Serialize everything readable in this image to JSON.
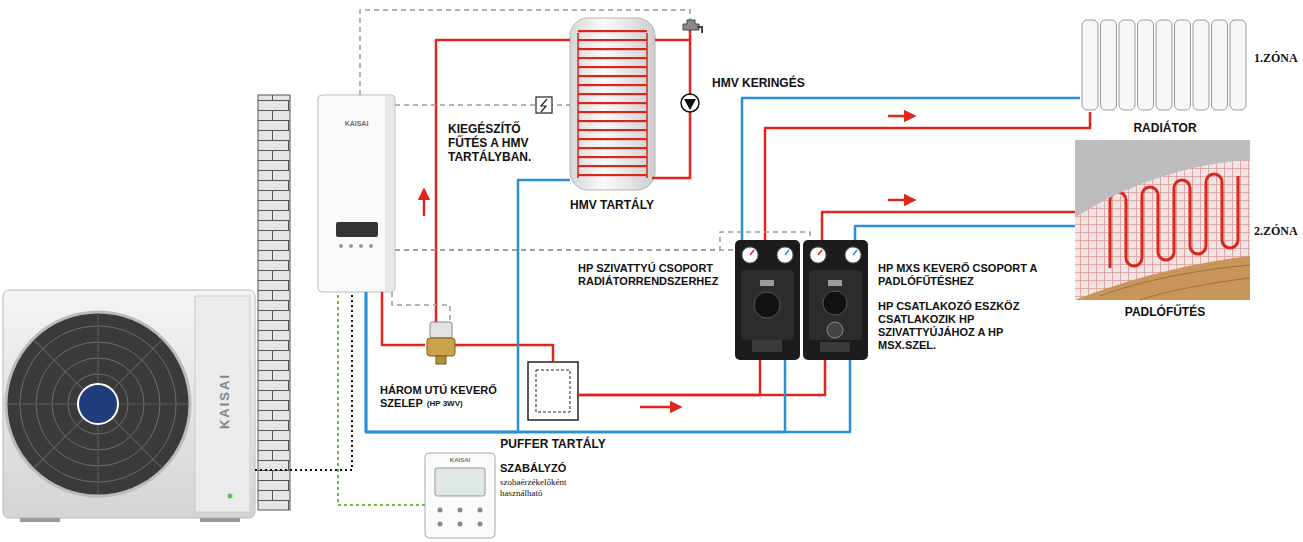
{
  "diagram": {
    "nodes": [
      {
        "text": [
          "KAISAI"
        ]
      },
      {
        "text": [
          "KAISAI"
        ]
      },
      {
        "text": [
          "HMV TARTÁLY"
        ]
      },
      {
        "text": [
          "RADIÁTOR",
          "1.ZÓNA"
        ]
      },
      {
        "text": [
          "PADLÓFŰTÉS",
          "2.ZÓNA"
        ]
      },
      {
        "text": [
          "HP SZIVATTYÚ CSOPORT RADIÁTORRENDSZERHEZ"
        ]
      },
      {
        "text": [
          "HP MXS KEVERŐ CSOPORT A PADLÓFŰTÉSHEZ"
        ]
      },
      {
        "text": [
          "HÁROM UTÚ KEVERŐ SZELEP",
          "(HP 3WV)"
        ]
      },
      {
        "text": [
          "PUFFER TARTÁLY"
        ]
      },
      {
        "text": [
          "KAISAI",
          "SZABÁLYZÓ",
          "szobaérzékelőként használható"
        ]
      }
    ],
    "edges": [
      {
        "from": 0,
        "to": 1,
        "arrow": "none"
      },
      {
        "from": 9,
        "to": 1,
        "arrow": "none"
      },
      {
        "from": 1,
        "to": 7,
        "arrow": "none"
      },
      {
        "from": 7,
        "to": 2,
        "arrow": "none"
      },
      {
        "from": 7,
        "to": 8,
        "arrow": "none"
      },
      {
        "from": 8,
        "to": 5,
        "arrow": "none"
      },
      {
        "from": 8,
        "to": 6,
        "arrow": "none"
      },
      {
        "from": 2,
        "to": 1,
        "arrow": "none"
      },
      {
        "from": 5,
        "to": 1,
        "arrow": "none"
      },
      {
        "from": 6,
        "to": 1,
        "arrow": "none"
      },
      {
        "from": 5,
        "to": 3,
        "arrow": "none"
      },
      {
        "from": 3,
        "to": 5,
        "arrow": "none"
      },
      {
        "from": 6,
        "to": 4,
        "arrow": "none"
      },
      {
        "from": 4,
        "to": 6,
        "arrow": "none"
      },
      {
        "from": 1,
        "to": 2,
        "arrow": "none"
      },
      {
        "from": 1,
        "to": 7,
        "arrow": "none"
      },
      {
        "from": 1,
        "to": 5,
        "arrow": "none"
      },
      {
        "from": 1,
        "to": 6,
        "arrow": "none"
      }
    ],
    "labels": [
      "KIEGÉSZÍTŐ FŰTÉS A HMV TARTÁLYBAN.",
      "HMV KERINGÉS",
      "HP CSATLAKOZÓ ESZKÖZ CSATLAKOZIK HP SZIVATTYÚJÁHOZ A HP MSX.SZEL."
    ]
  }
}
